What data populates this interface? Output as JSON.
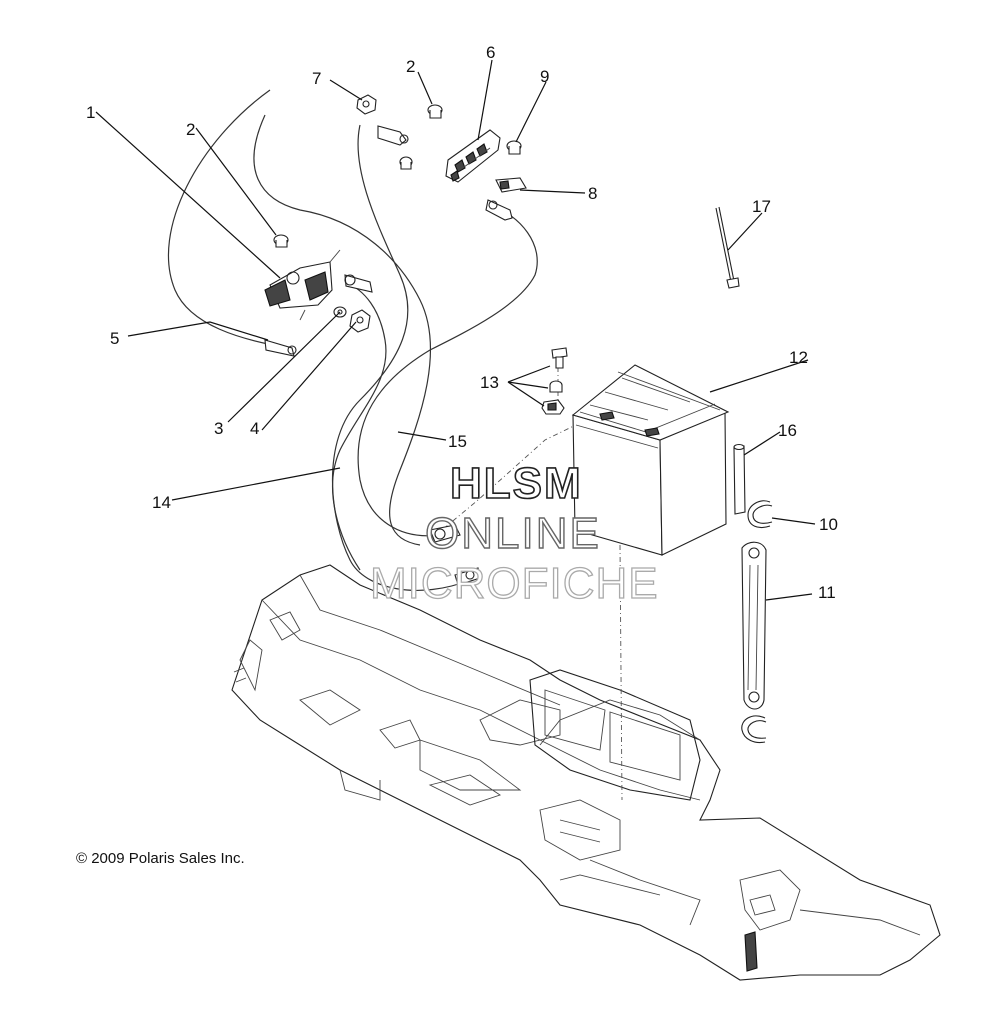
{
  "diagram": {
    "callouts": [
      "1",
      "2",
      "2",
      "3",
      "4",
      "5",
      "6",
      "7",
      "8",
      "9",
      "10",
      "11",
      "12",
      "13",
      "14",
      "15",
      "16",
      "17"
    ],
    "watermark": [
      "HLSM",
      "ONLINE",
      "MICROFICHE"
    ],
    "copyright": "© 2009 Polaris Sales Inc."
  }
}
